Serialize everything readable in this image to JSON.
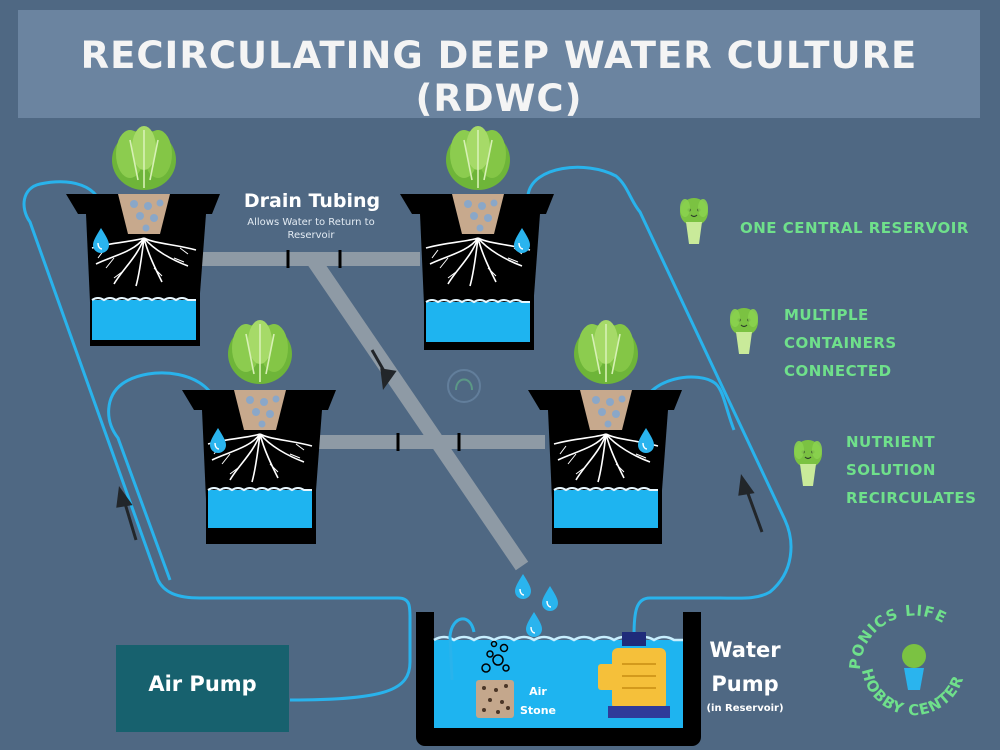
{
  "header": {
    "title": "RECIRCULATING DEEP WATER CULTURE (RDWC)"
  },
  "drain": {
    "title": "Drain Tubing",
    "subtitle": "Allows Water to Return to Reservoir"
  },
  "features": {
    "one": "ONE CENTRAL RESERVOIR",
    "two": "MULTIPLE CONTAINERS CONNECTED",
    "three": "NUTRIENT SOLUTION RECIRCULATES"
  },
  "air_pump": {
    "label": "Air Pump"
  },
  "air_stone": {
    "label": "Air Stone"
  },
  "water_pump": {
    "label": "Water Pump",
    "note": "(in Reservoir)"
  },
  "logo": {
    "text": "PONICS LIFE HOBBY CENTER"
  },
  "colors": {
    "background": "#4f6883",
    "title_bar": "#6b84a0",
    "tubing": "#29b3ec",
    "water": "#1eb4f0",
    "drain_pipe": "#8e9aa5",
    "feature_text": "#6fe08b",
    "air_pump_box": "#17616e",
    "pump_body": "#f5c03a",
    "lettuce": "#7bc242"
  },
  "icons": [
    "lettuce-icon",
    "water-drop-icon",
    "root-icon",
    "arrow-icon",
    "air-bubble-icon"
  ]
}
